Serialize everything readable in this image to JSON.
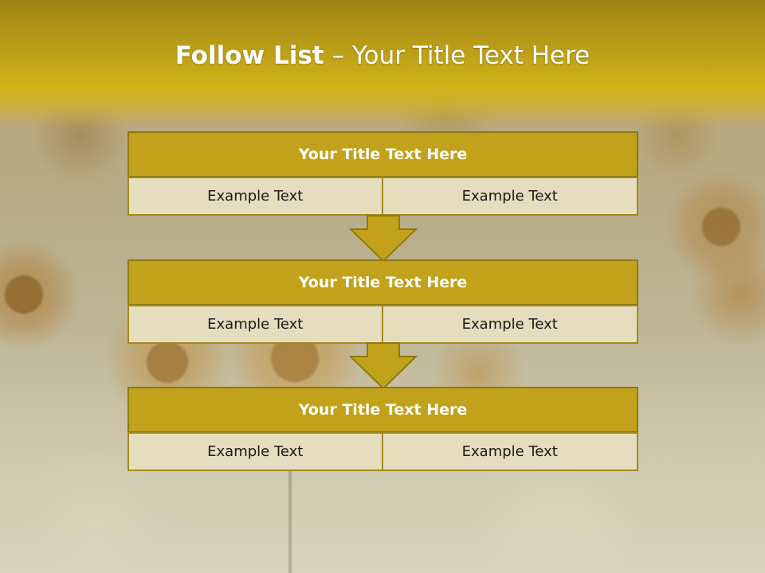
{
  "slide": {
    "title_bold": "Follow List",
    "title_rest": " – Your Title Text Here"
  },
  "blocks": [
    {
      "title": "Your Title Text Here",
      "left": "Example Text",
      "right": "Example Text"
    },
    {
      "title": "Your Title Text Here",
      "left": "Example Text",
      "right": "Example Text"
    },
    {
      "title": "Your Title Text Here",
      "left": "Example Text",
      "right": "Example Text"
    }
  ],
  "colors": {
    "header_band": "#c8aa18",
    "block_header": "#c2a21a",
    "block_border": "#8f7a12",
    "cell_bg": "#e6dcbe",
    "arrow": "#c2a21a"
  }
}
